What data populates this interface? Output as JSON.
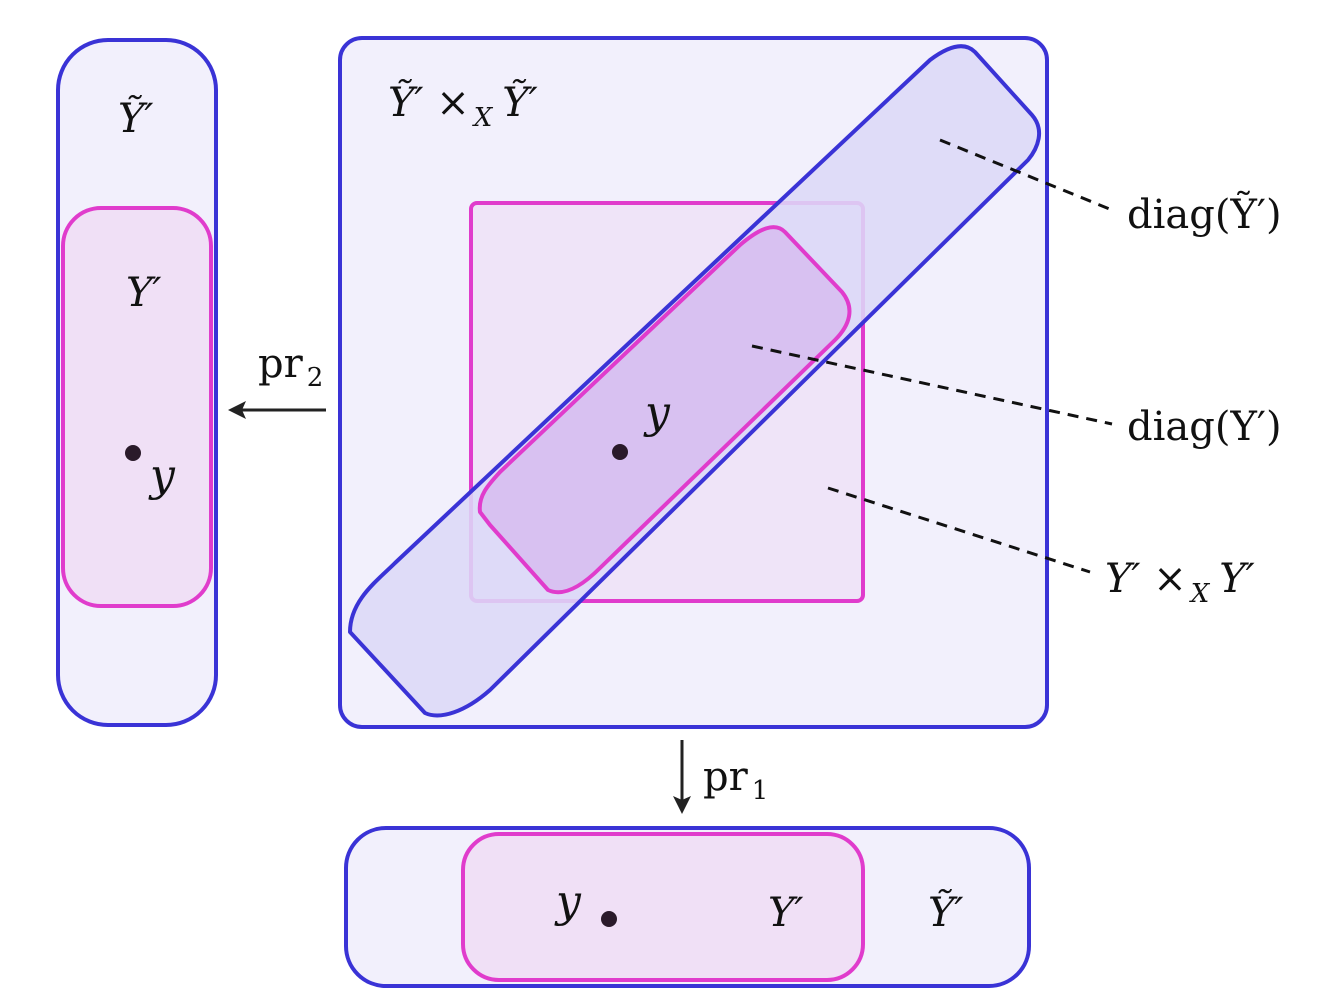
{
  "labels": {
    "product_tilde": "Ỹ′ ×",
    "product_tilde_sub": "X",
    "product_tilde_tail": "Ỹ′",
    "diag_tilde": "diag(Ỹ′)",
    "diag_y": "diag(Y′)",
    "product_y": "Y′ ×",
    "product_y_sub": "X",
    "product_y_tail": "Y′",
    "left_tilde": "Ỹ′",
    "left_y": "Y′",
    "left_point": "y",
    "center_point": "y",
    "bottom_point": "y",
    "bottom_y": "Y′",
    "bottom_tilde": "Ỹ′",
    "pr2_base": "pr",
    "pr2_sub": "2",
    "pr1_base": "pr",
    "pr1_sub": "1"
  },
  "colors": {
    "blue_stroke": "#3a33d6",
    "blue_fill": "#f2f0fc",
    "diag_fill": "#dcd8f7",
    "magenta_stroke": "#e03ccc",
    "magenta_fill": "#f0e0f6",
    "inner_diag_fill": "#d7bff0"
  }
}
